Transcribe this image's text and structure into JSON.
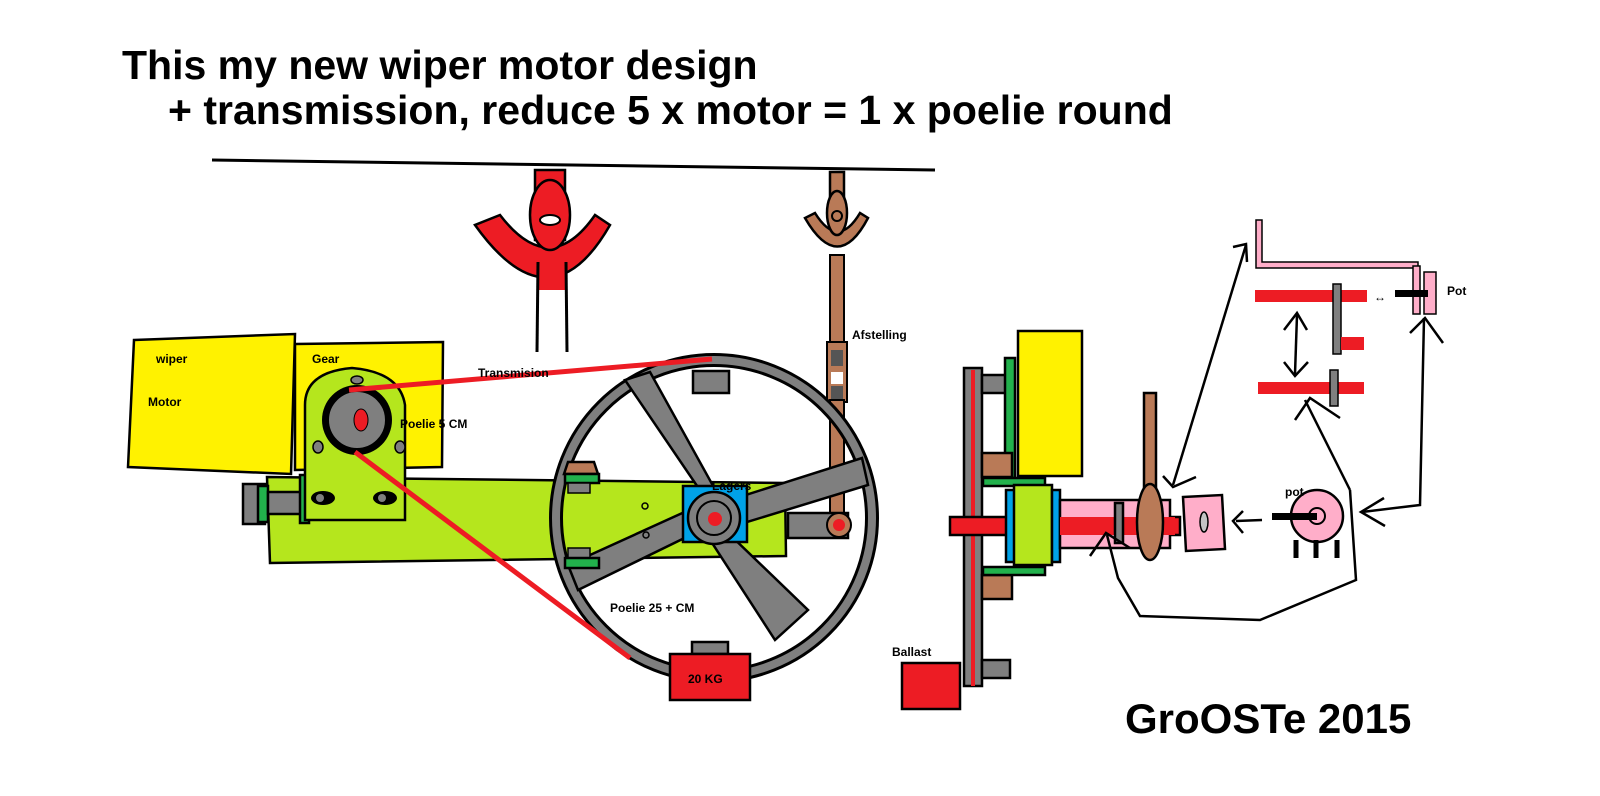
{
  "title": {
    "line1": "This my new wiper motor design",
    "line2": "+ transmission, reduce 5 x motor = 1 x poelie round"
  },
  "labels": {
    "wiper": "wiper",
    "motor": "Motor",
    "gear": "Gear",
    "transmision": "Transmision",
    "poelie_small": "Poelie 5 CM",
    "afstelling": "Afstelling",
    "lagers": "Lagers",
    "poelie_large": "Poelie 25 + CM",
    "weight": "20 KG",
    "ballast": "Ballast",
    "pot_upper": "Pot",
    "pot_lower": "pot",
    "small_arrow": "↔"
  },
  "credit": "GroOSTe 2015",
  "colors": {
    "yellow": "#fff200",
    "lime": "#b5e61d",
    "red": "#ed1c24",
    "gray": "#7f7f7f",
    "brown": "#b97a57",
    "green": "#22b14c",
    "blue": "#00a2e8",
    "pink": "#ffaec9",
    "black": "#000000"
  }
}
